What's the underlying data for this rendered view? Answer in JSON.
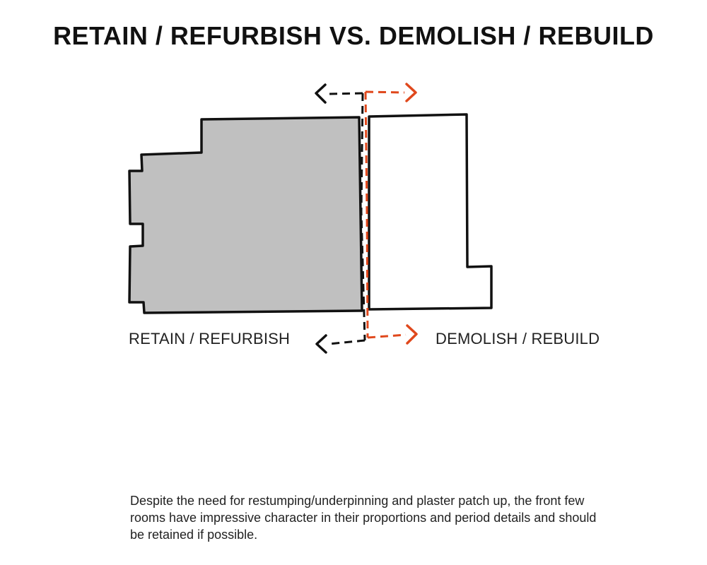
{
  "title": "RETAIN / REFURBISH VS. DEMOLISH / REBUILD",
  "labels": {
    "retain": "RETAIN / REFURBISH",
    "demolish": "DEMOLISH / REBUILD"
  },
  "caption": "Despite the need for restumping/underpinning and plaster patch up, the front few rooms have impressive character in their proportions and period details and should be retained if possible.",
  "colors": {
    "retained_fill": "#c0c0c0",
    "outline": "#111111",
    "demolish_accent": "#e0481c"
  },
  "icons": {
    "retain_arrow": "arrow-left-icon",
    "demolish_arrow": "arrow-right-icon"
  }
}
